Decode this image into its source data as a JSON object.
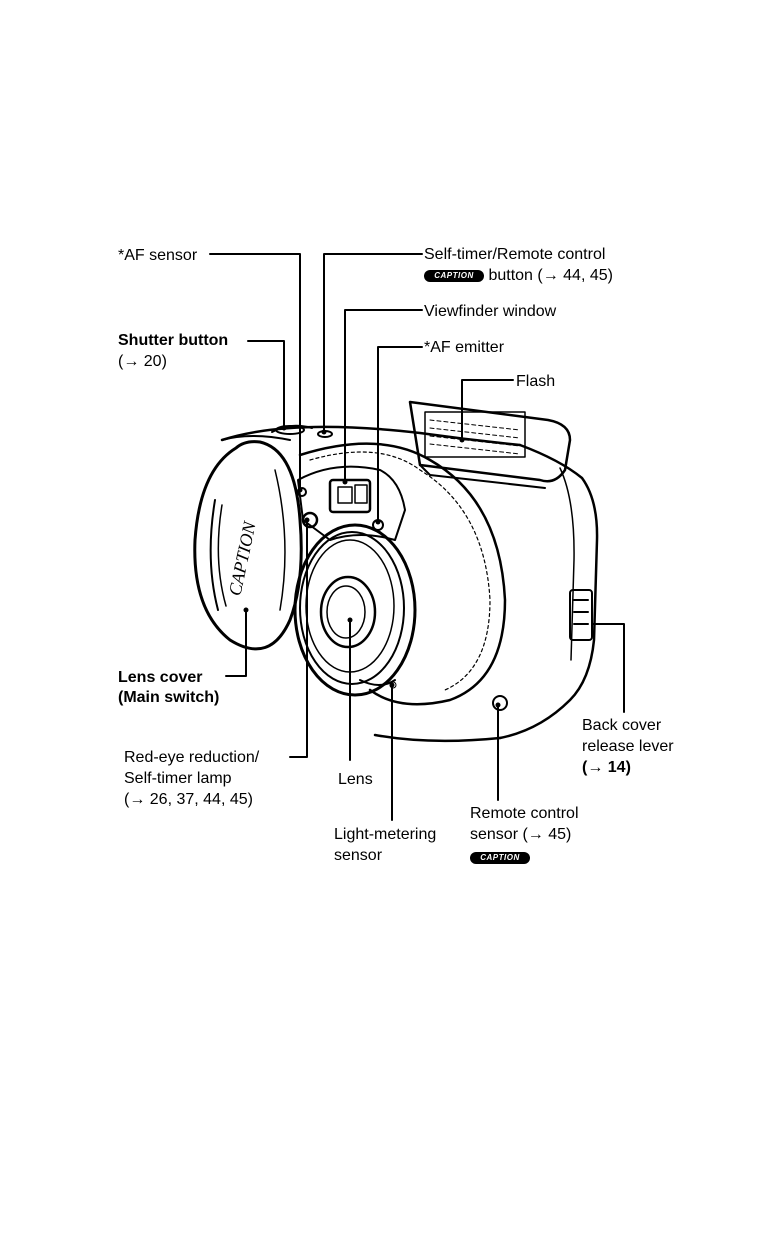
{
  "caption_badge": "CAPTION",
  "labels": {
    "af_sensor": "*AF sensor",
    "self_timer_line1": "Self-timer/Remote control",
    "self_timer_line2": "button (→ 44, 45)",
    "viewfinder_window": "Viewfinder window",
    "shutter_button": "Shutter button",
    "shutter_button_ref": "(→ 20)",
    "af_emitter": "*AF emitter",
    "flash": "Flash",
    "lens_cover_line1": "Lens cover",
    "lens_cover_line2": "(Main switch)",
    "back_cover_line1": "Back cover",
    "back_cover_line2": "release lever",
    "back_cover_ref": "(→ 14)",
    "red_eye_line1": "Red-eye reduction/",
    "red_eye_line2": "Self-timer lamp",
    "red_eye_ref": "(→ 26, 37, 44, 45)",
    "lens": "Lens",
    "remote_sensor_line1": "Remote control",
    "remote_sensor_line2": "sensor (→ 45)",
    "light_metering_line1": "Light-metering",
    "light_metering_line2": "sensor"
  },
  "camera": {
    "brand_text": "CAPTION"
  }
}
